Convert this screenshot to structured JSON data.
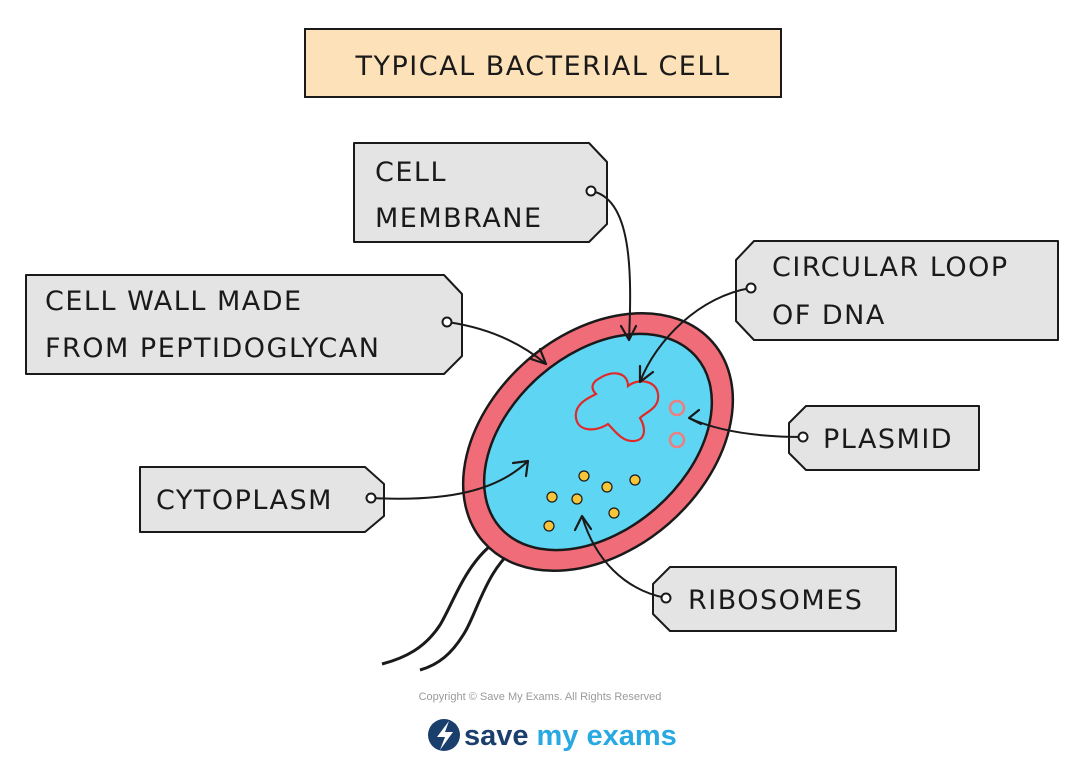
{
  "title": "TYPICAL BACTERIAL CELL",
  "labels": {
    "cell_membrane": [
      "CELL",
      "MEMBRANE"
    ],
    "circular_dna": [
      "CIRCULAR LOOP",
      "OF DNA"
    ],
    "cell_wall": [
      "CELL WALL MADE",
      "FROM PEPTIDOGLYCAN"
    ],
    "plasmid": "PLASMID",
    "cytoplasm": "CYTOPLASM",
    "ribosomes": "RIBOSOMES"
  },
  "footer": {
    "copyright": "Copyright © Save My Exams. All Rights Reserved",
    "logo_save": "save",
    "logo_my": "my",
    "logo_exams": "exams"
  },
  "colors": {
    "title_bg": "#fde1b8",
    "cell_wall": "#f06c78",
    "cytoplasm": "#5ed5f2",
    "dna": "#e02a2a",
    "plasmid": "#ee7d7d",
    "ribosome": "#f6c53a",
    "tag": "#e4e4e4",
    "logo_blue": "#29a9e1",
    "logo_dark": "#1b3f6c"
  }
}
